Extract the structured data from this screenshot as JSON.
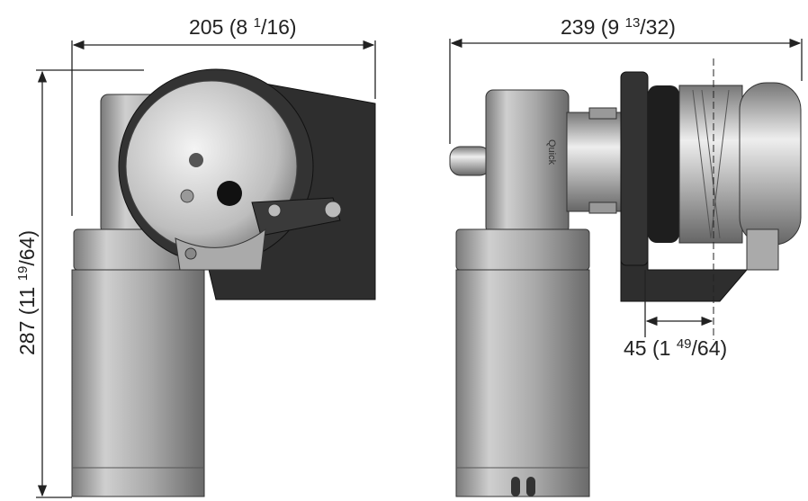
{
  "dimensions": {
    "left_width": {
      "main": "205 (8 ",
      "num": "1",
      "den": "/16)"
    },
    "height": {
      "main": "287 (11 ",
      "num": "19",
      "den": "/64)"
    },
    "right_width": {
      "main": "239 (9 ",
      "num": "13",
      "den": "/32)"
    },
    "offset": {
      "main": "45 (1 ",
      "num": "49",
      "den": "/64)"
    }
  },
  "logo": "Quick",
  "colors": {
    "line": "#222222",
    "metal": "#b8b8b8",
    "dark": "#2a2a2a"
  }
}
